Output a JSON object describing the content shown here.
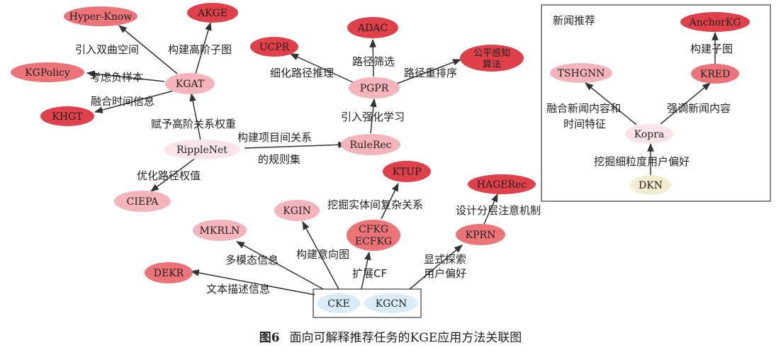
{
  "diagram": {
    "nodes": {
      "hyper_know": "Hyper-Know",
      "akge": "AKGE",
      "kgpolicy": "KGPolicy",
      "kgat": "KGAT",
      "khgt": "KHGT",
      "ripplenet": "RippleNet",
      "ciepa": "CIEPA",
      "ucpr": "UCPR",
      "adac": "ADAC",
      "gongping_line1": "公平感知",
      "gongping_line2": "算法",
      "pgpr": "PGPR",
      "rulerec": "RuleRec",
      "ktup": "KTUP",
      "hagerec": "HAGERec",
      "kgin": "KGIN",
      "mkrln": "MKRLN",
      "cfkg": "CFKG",
      "ecfkg": "ECFKG",
      "kprn": "KPRN",
      "dekr": "DEKR",
      "cke": "CKE",
      "kgcn": "KGCN",
      "tshgnn": "TSHGNN",
      "anchorkg": "AnchorKG",
      "kred": "KRED",
      "kopra": "Kopra",
      "dkn": "DKN"
    },
    "edge_labels": {
      "yinru_shuangqu": "引入双曲空间",
      "goujian_gaojie": "构建高阶子图",
      "kaolu_fuyangben": "考虑负样本",
      "ronghe_shijian": "融合时间信息",
      "fuyu_gaojie": "赋予高阶关系权重",
      "goujian_xiangmu_1": "构建项目间关系",
      "goujian_xiangmu_2": "的规则集",
      "youhua_lujing": "优化路径权值",
      "xihua_lujing": "细化路径推理",
      "lujing_shaixuan": "路径筛选",
      "lujing_chongpai": "路径重排序",
      "yinru_qianghua": "引入强化学习",
      "wajue_shiti": "挖掘实体间复杂关系",
      "sheji_fenceng": "设计分层注意机制",
      "duo_motai": "多模态信息",
      "goujian_yixiang": "构建意向图",
      "kuozhan_cf": "扩展CF",
      "xianshi_1": "显式探索",
      "xianshi_2": "用户偏好",
      "wenben_miaoshu": "文本描述信息",
      "ronghe_xinwen_1": "融合新闻内容和",
      "ronghe_xinwen_2": "时间特征",
      "qiangdiao_xinwen": "强调新闻内容",
      "goujian_zitu": "构建子图",
      "wajue_xilidu": "挖掘细粒度用户偏好"
    },
    "box_title": "新闻推荐"
  },
  "caption": {
    "figure_number": "图6",
    "title": "面向可解释推荐任务的KGE应用方法关联图"
  },
  "colors": {
    "dark_red": "#e0404a",
    "medium_red": "#ec7479",
    "light_pink": "#f5b3bb",
    "pale_pink": "#fbe4e8",
    "light_blue": "#d8ebf7",
    "cream": "#f2edcf",
    "text": "#222222",
    "arrow": "#333333"
  }
}
